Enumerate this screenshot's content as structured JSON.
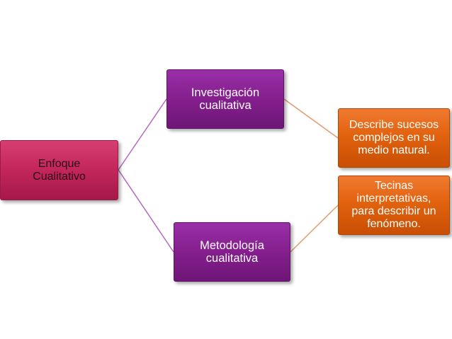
{
  "colors": {
    "level1": "#c5285c",
    "level2": "#86208f",
    "level3": "#e2620e",
    "connector_level1": "#b565c2",
    "connector_level2": "#e59a6a"
  },
  "nodes": {
    "enfoque": {
      "line1": "Enfoque",
      "line2": "Cualitativo"
    },
    "investigacion": {
      "line1": "Investigación",
      "line2": "cualitativa"
    },
    "metodologia": {
      "line1": "Metodología",
      "line2": "cualitativa"
    },
    "describe": {
      "line1": "Describe sucesos",
      "line2": "complejos en su",
      "line3": "medio natural."
    },
    "tecinas": {
      "line1": "Tecinas",
      "line2": "interpretativas,",
      "line3": "para describir un",
      "line4": "fenómeno."
    }
  }
}
